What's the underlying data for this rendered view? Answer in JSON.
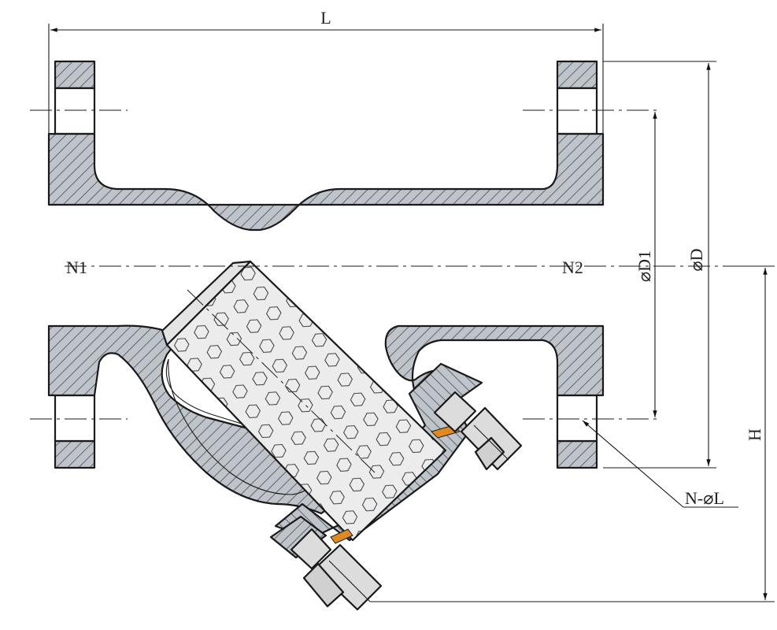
{
  "labels": {
    "length": "L",
    "port_inlet": "N1",
    "port_outlet": "N2",
    "bolt_circle": "⌀D1",
    "flange_diameter": "⌀D",
    "height": "H",
    "bolt_holes": "N-⌀L"
  },
  "colors": {
    "hatch_fill": "#bfc4ca",
    "hatch_line": "#4a4f55",
    "screen_fill": "#e9e9e9",
    "nut_fill": "#dcdcdc",
    "gasket": "#e08a1e",
    "line": "#1a1a1a"
  }
}
